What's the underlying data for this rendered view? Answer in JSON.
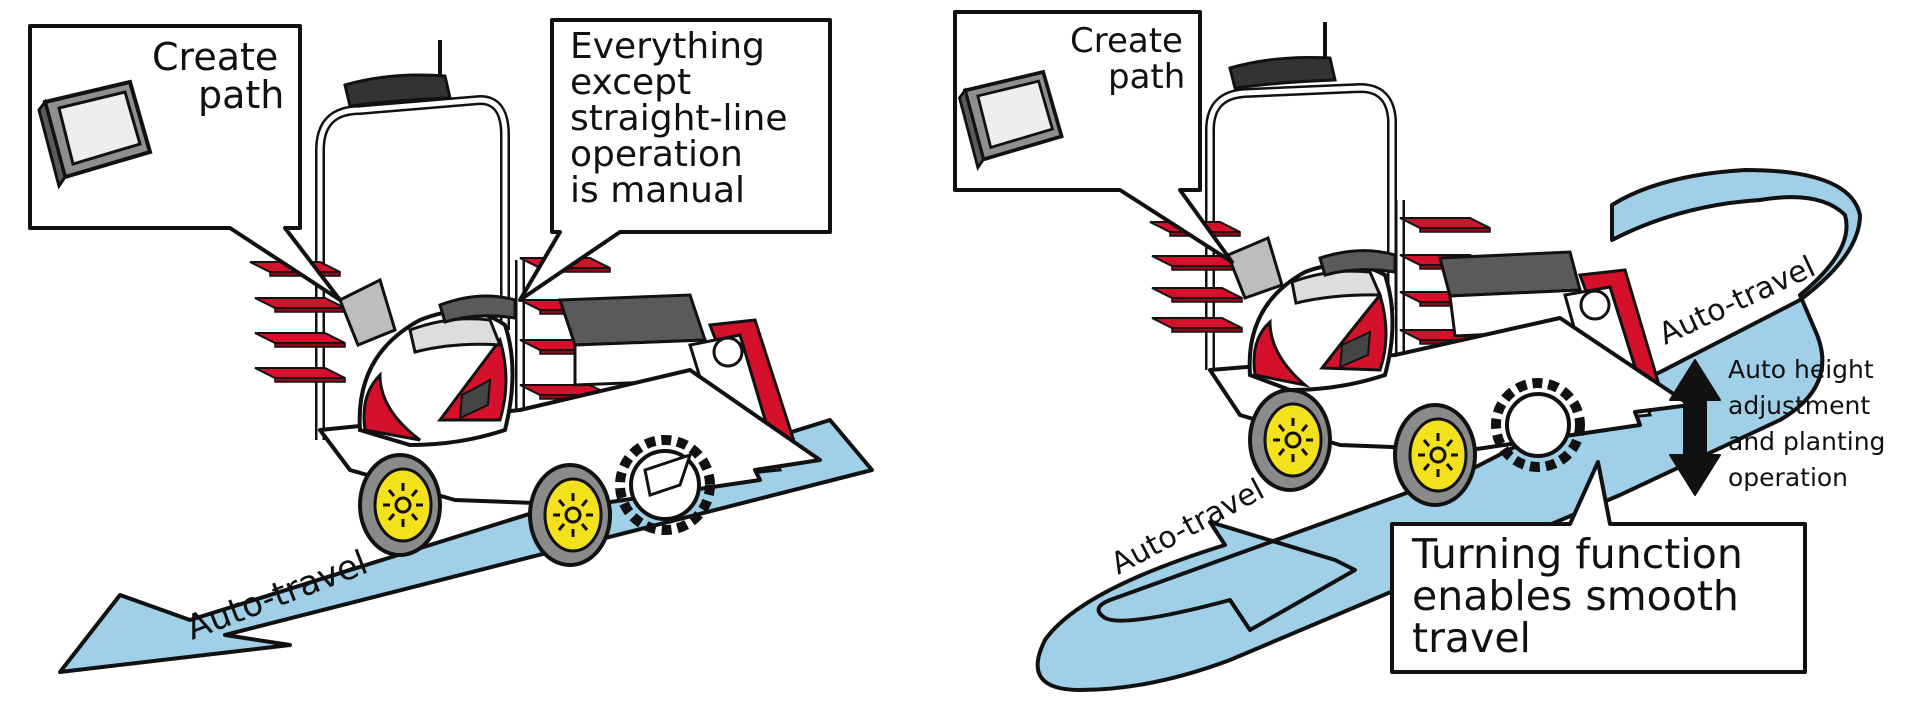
{
  "colors": {
    "path_fill": "#9fd0e8",
    "machine_red": "#d5102a",
    "outline": "#111111",
    "wheel_yellow": "#f3e11b",
    "wheel_gray": "#8a8a8a",
    "device_gray": "#8f8f8f",
    "tray_gray": "#5a5a5a"
  },
  "left_panel": {
    "callout_create_path": {
      "line1": "Create",
      "line2": "path"
    },
    "callout_manual": {
      "line1": "Everything",
      "line2": "except",
      "line3": "straight-line",
      "line4": "operation",
      "line5": "is manual"
    },
    "path_label": "Auto-travel"
  },
  "right_panel": {
    "callout_create_path": {
      "line1": "Create",
      "line2": "path"
    },
    "path_label_upper": "Auto-travel",
    "path_label_lower": "Auto-travel",
    "height_note": {
      "line1": "Auto height",
      "line2": "adjustment",
      "line3": "and planting",
      "line4": "operation"
    },
    "callout_turning": {
      "line1": "Turning function",
      "line2": "enables smooth",
      "line3": "travel"
    }
  }
}
